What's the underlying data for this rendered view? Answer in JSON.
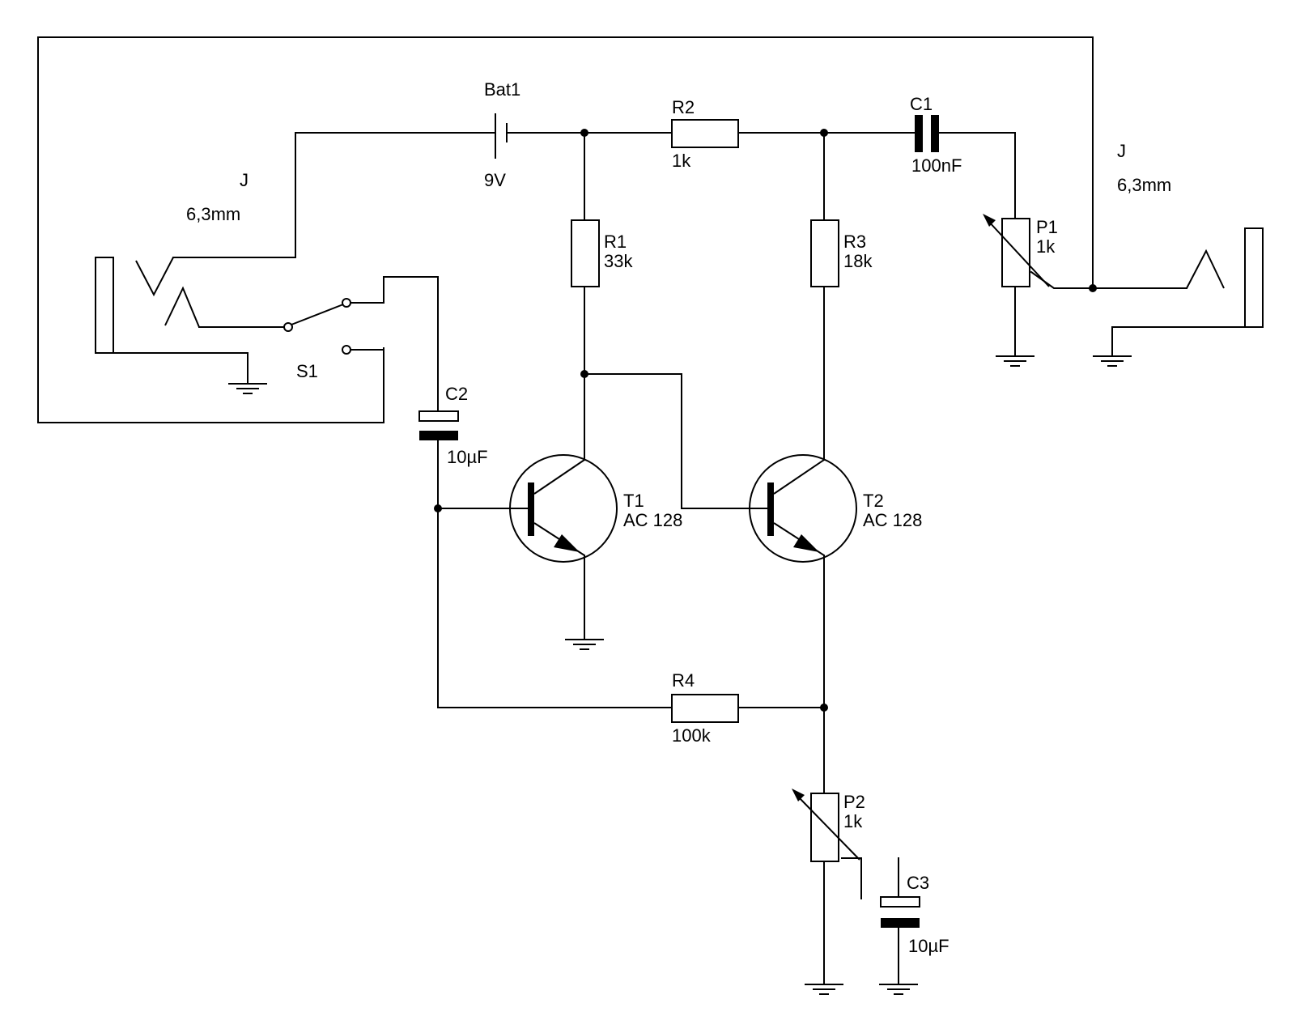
{
  "components": {
    "jack_in": {
      "ref": "J",
      "value": "6,3mm"
    },
    "jack_out": {
      "ref": "J",
      "value": "6,3mm"
    },
    "battery": {
      "ref": "Bat1",
      "value": "9V"
    },
    "switch": {
      "ref": "S1"
    },
    "r1": {
      "ref": "R1",
      "value": "33k"
    },
    "r2": {
      "ref": "R2",
      "value": "1k"
    },
    "r3": {
      "ref": "R3",
      "value": "18k"
    },
    "r4": {
      "ref": "R4",
      "value": "100k"
    },
    "c1": {
      "ref": "C1",
      "value": "100nF"
    },
    "c2": {
      "ref": "C2",
      "value": "10µF"
    },
    "c3": {
      "ref": "C3",
      "value": "10µF"
    },
    "p1": {
      "ref": "P1",
      "value": "1k"
    },
    "p2": {
      "ref": "P2",
      "value": "1k"
    },
    "t1": {
      "ref": "T1",
      "value": "AC 128"
    },
    "t2": {
      "ref": "T2",
      "value": "AC 128"
    }
  }
}
